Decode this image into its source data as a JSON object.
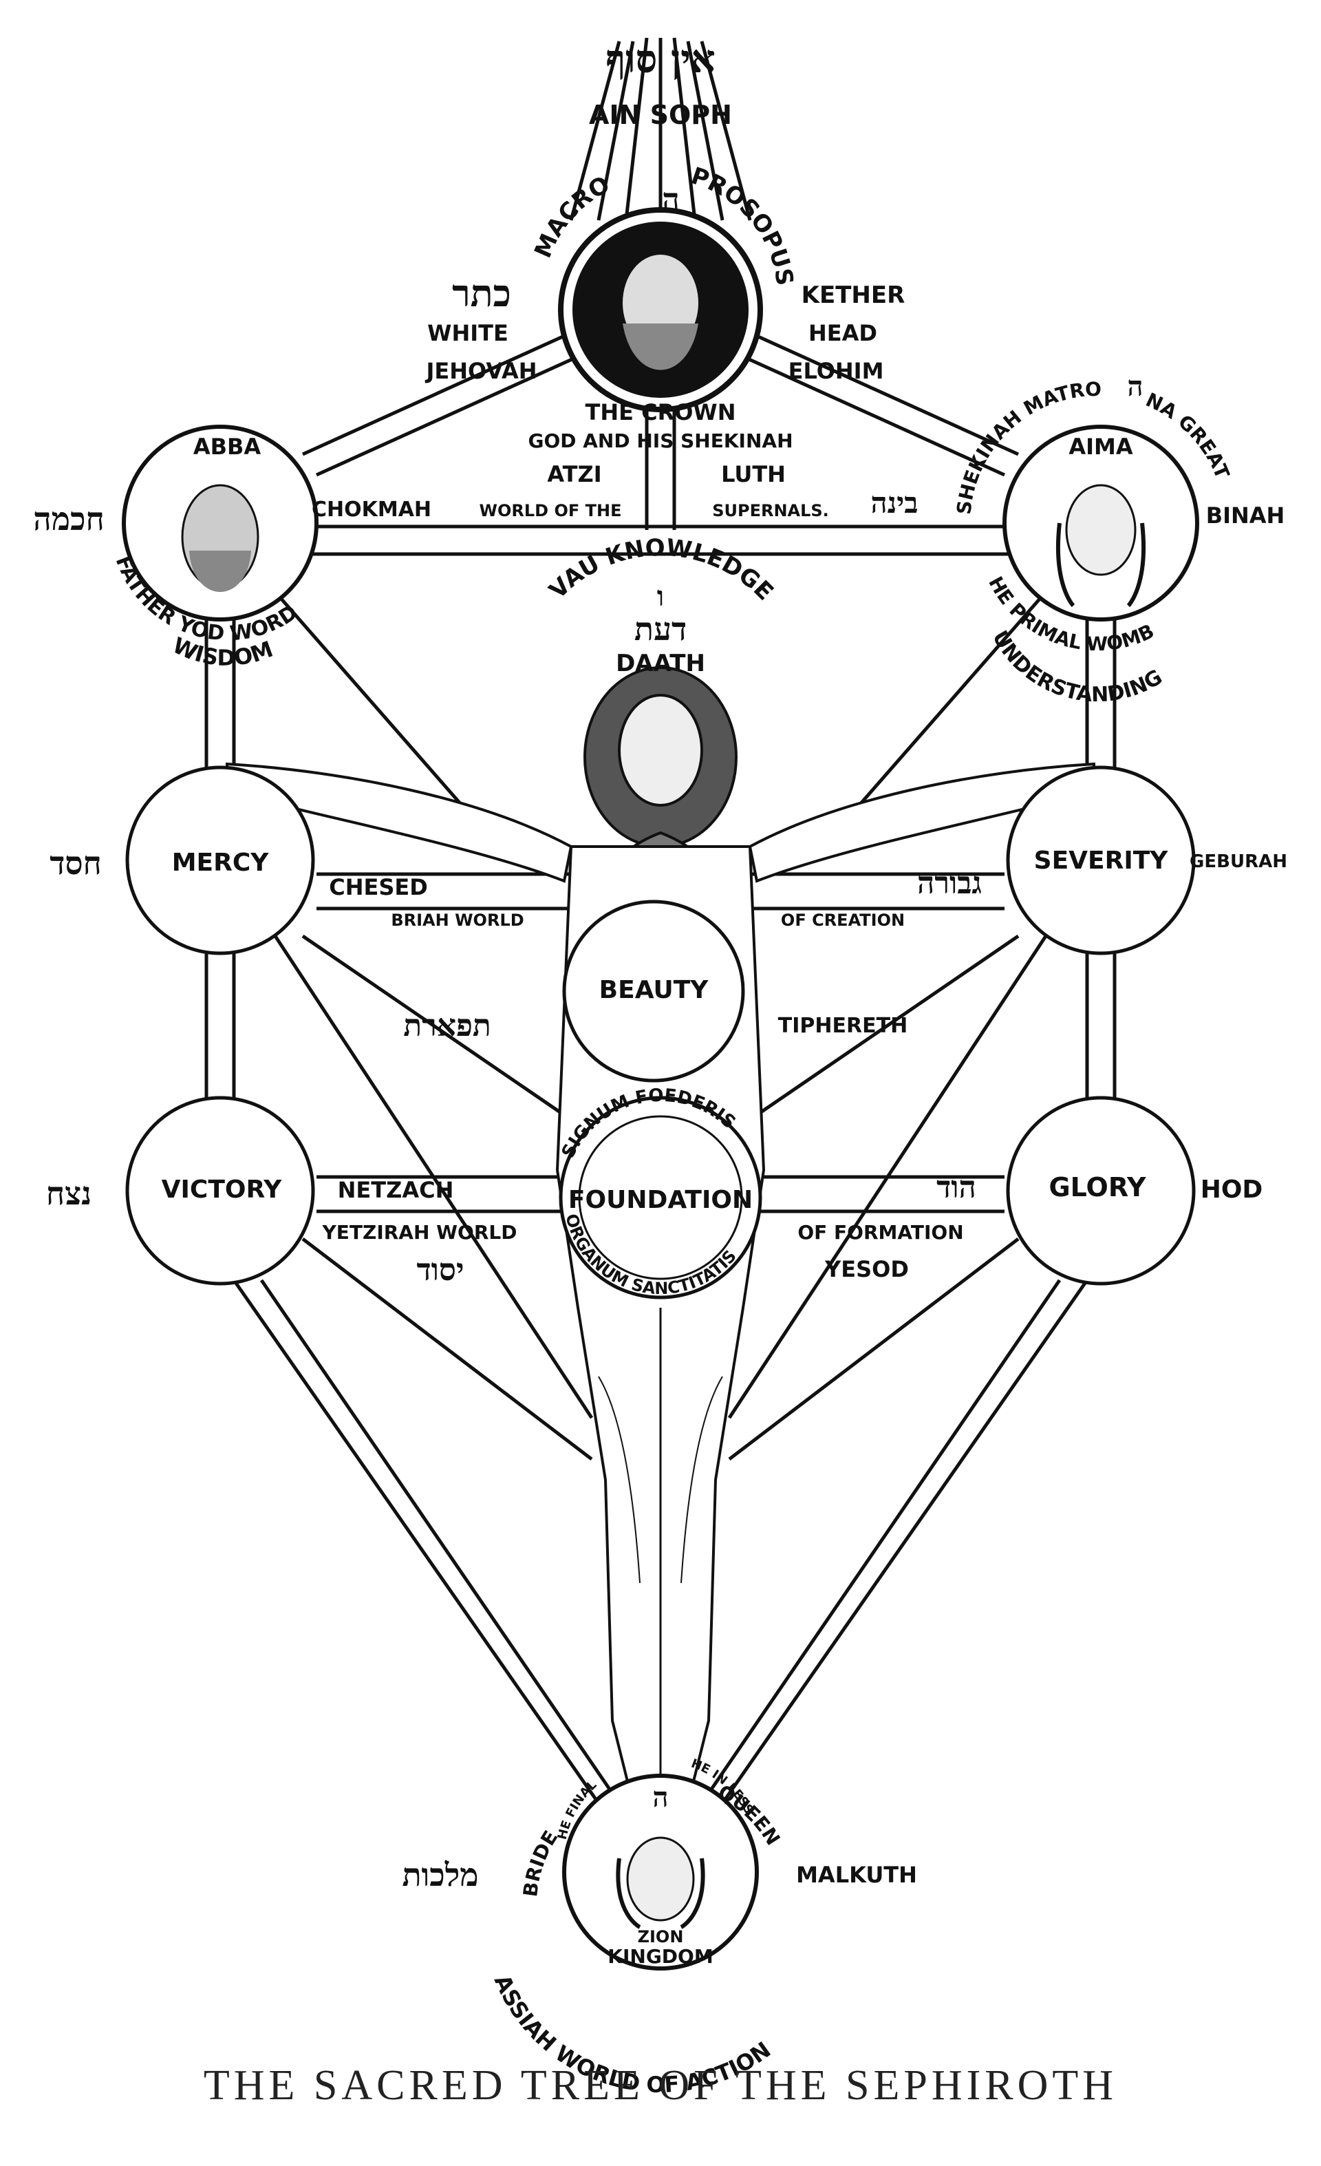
{
  "ain_soph": {
    "hebrew": "אין סוף",
    "latin": "AIN SOPH"
  },
  "crown": {
    "letter": "ה",
    "arc_left": "MACRO",
    "arc_right": "PROSOPUS",
    "hebrew": "כתר",
    "left_1": "WHITE",
    "left_2": "JEHOVAH",
    "right_1": "KETHER",
    "right_2": "HEAD",
    "right_3": "ELOHIM",
    "below_1": "THE CROWN",
    "below_2": "GOD AND HIS SHEKINAH"
  },
  "wisdom": {
    "name": "ABBA",
    "hebrew": "חכמה",
    "label": "CHOKMAH",
    "arc_1": "FATHER YOD WORD",
    "arc_2": "WISDOM"
  },
  "understanding": {
    "name": "AIMA",
    "hebrew": "בינה",
    "label": "BINAH",
    "arc_top": "SHEKINAH MATRO",
    "letter": "ה",
    "arc_top_2": "NA GREAT",
    "arc_1": "HE PRIMAL WOMB",
    "arc_2": "UNDERSTANDING"
  },
  "supernal_world": {
    "w1": "ATZI",
    "w2": "LUTH",
    "l1": "WORLD OF THE",
    "l2": "SUPERNALS."
  },
  "daath": {
    "arc": "VAU KNOWLEDGE",
    "letter": "ו",
    "hebrew": "דעת",
    "latin": "DAATH"
  },
  "mercy": {
    "name": "MERCY",
    "hebrew": "חסד",
    "label": "CHESED"
  },
  "severity": {
    "name": "SEVERITY",
    "hebrew": "גבורה",
    "label": "GEBURAH"
  },
  "creation_world": {
    "l1": "BRIAH WORLD",
    "l2": "OF CREATION"
  },
  "beauty": {
    "name": "BEAUTY",
    "hebrew": "תפארת",
    "label": "TIPHERETH"
  },
  "victory": {
    "name": "VICTORY",
    "hebrew": "נצח",
    "label": "NETZACH"
  },
  "glory": {
    "name": "GLORY",
    "hebrew": "הוד",
    "label": "HOD"
  },
  "foundation": {
    "name": "FOUNDATION",
    "arc_top": "SIGNUM FOEDERIS",
    "arc_bottom": "ORGANUM SANCTITATIS",
    "hebrew": "יסוד",
    "label": "YESOD"
  },
  "formation_world": {
    "l1": "YETZIRAH WORLD",
    "l2": "OF FORMATION"
  },
  "kingdom": {
    "arc_left": "BRIDE",
    "arc_right": "QUEEN",
    "arc_top": "HE FINAL",
    "letter": "ה",
    "arc_top_2": "HE IN LESS",
    "hebrew": "מלכות",
    "label": "MALKUTH",
    "inner_1": "ZION",
    "inner_2": "KINGDOM",
    "arc_bottom": "ASSIAH WORLD OF ACTION"
  },
  "caption": "THE SACRED TREE OF THE SEPHIROTH"
}
